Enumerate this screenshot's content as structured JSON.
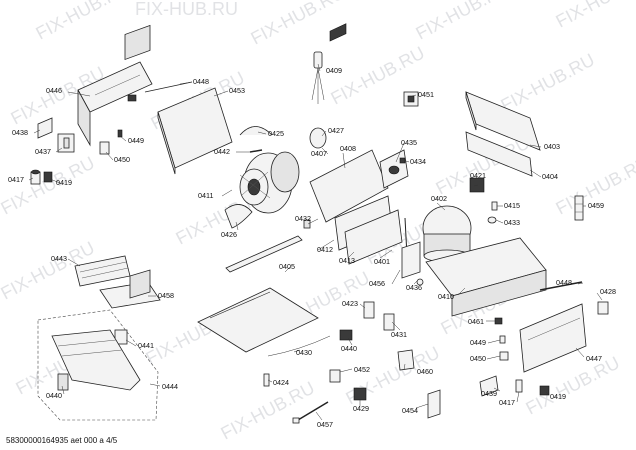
{
  "watermark": "FIX-HUB.RU",
  "footer": "58300000164935 aet 000 a 4/5",
  "labels": {
    "l0446": "0446",
    "l0448a": "0448",
    "l0453": "0453",
    "l0409": "0409",
    "l0451": "0451",
    "l0438": "0438",
    "l0449a": "0449",
    "l0437": "0437",
    "l0450a": "0450",
    "l0417a": "0417",
    "l0419a": "0419",
    "l0425": "0425",
    "l0427": "0427",
    "l0442": "0442",
    "l0407": "0407",
    "l0408": "0408",
    "l0435": "0435",
    "l0434": "0434",
    "l0403": "0403",
    "l0404": "0404",
    "l0421": "0421",
    "l0411": "0411",
    "l0402": "0402",
    "l0415": "0415",
    "l0433": "0433",
    "l0459": "0459",
    "l0426": "0426",
    "l0432": "0432",
    "l0412": "0412",
    "l0413": "0413",
    "l0401": "0401",
    "l0443": "0443",
    "l0405": "0405",
    "l0456": "0456",
    "l0436": "0436",
    "l0410": "0410",
    "l0448b": "0448",
    "l0428": "0428",
    "l0458": "0458",
    "l0423": "0423",
    "l0461": "0461",
    "l0441": "0441",
    "l0431": "0431",
    "l0449b": "0449",
    "l0430": "0430",
    "l0440a": "0440",
    "l0450b": "0450",
    "l0447": "0447",
    "l0452": "0452",
    "l0460": "0460",
    "l0424": "0424",
    "l0444": "0444",
    "l0439": "0439",
    "l0419b": "0419",
    "l0440b": "0440",
    "l0429": "0429",
    "l0417b": "0417",
    "l0454": "0454",
    "l0457": "0457"
  }
}
